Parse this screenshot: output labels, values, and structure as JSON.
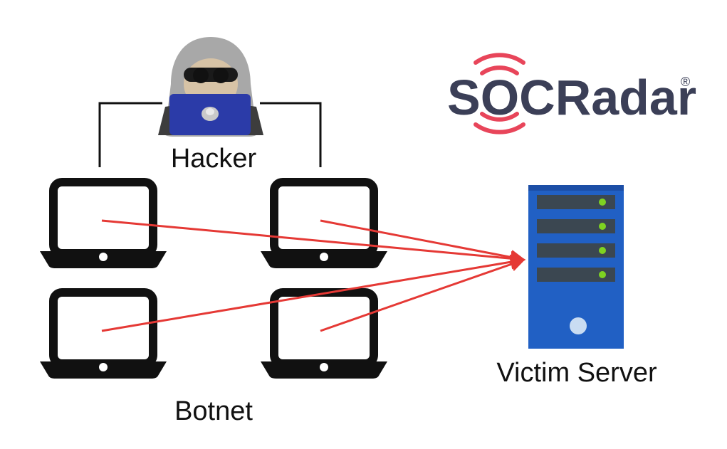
{
  "diagram": {
    "nodes": {
      "hacker": {
        "label": "Hacker"
      },
      "botnet": {
        "label": "Botnet",
        "count": 4
      },
      "victim": {
        "label": "Victim Server"
      }
    },
    "edges": [
      {
        "from": "bot-1",
        "to": "victim"
      },
      {
        "from": "bot-2",
        "to": "victim"
      },
      {
        "from": "bot-3",
        "to": "victim"
      },
      {
        "from": "bot-4",
        "to": "victim"
      }
    ],
    "control_links": [
      {
        "from": "hacker",
        "to": "bot-1"
      },
      {
        "from": "hacker",
        "to": "bot-2"
      }
    ]
  },
  "brand": {
    "name": "SOCRadar",
    "registered_mark": "®"
  },
  "colors": {
    "attack_line": "#e53935",
    "server": "#2160c4",
    "server_dark": "#1c4ea6",
    "led": "#7ed321",
    "laptop": "#111111",
    "hacker_laptop": "#2b3ba8",
    "hood": "#a8a8a8",
    "brand_text": "#3b3f57",
    "brand_accent": "#e8455a"
  }
}
